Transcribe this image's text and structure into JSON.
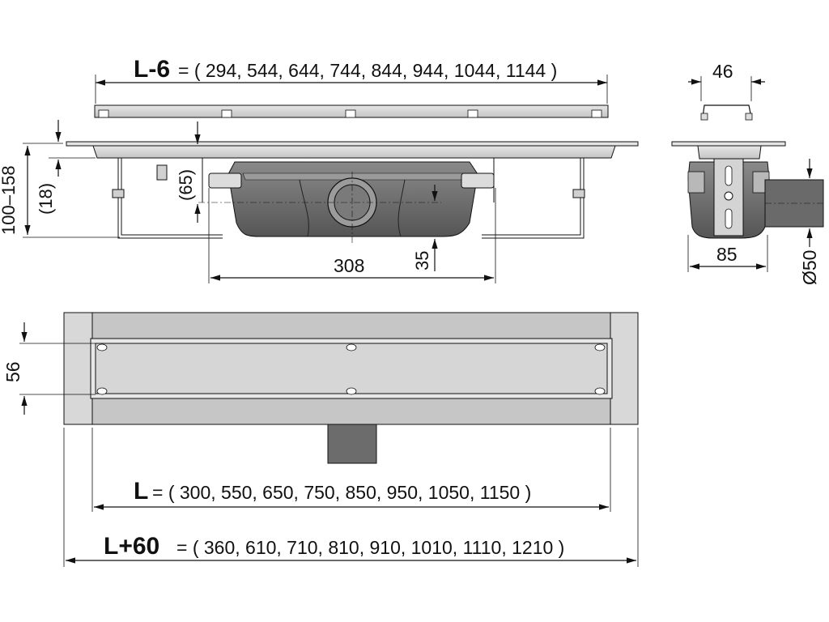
{
  "labels": {
    "grate_formula": "L-6",
    "grate_values": "= ( 294, 544, 644, 744, 844, 944, 1044, 1144 )",
    "bracket_width": "46",
    "height_range": "100–158",
    "flange_height": "(18)",
    "outlet_height": "(65)",
    "body_width": "308",
    "outlet_bottom": "35",
    "side_width": "85",
    "outlet_diameter": "Ø50",
    "channel_width": "56",
    "length_formula": "L",
    "length_values": "= ( 300, 550, 650, 750, 850, 950, 1050, 1150 )",
    "total_formula": "L+60",
    "total_values": "= ( 360, 610, 710, 810, 910, 1010, 1110, 1210 )"
  },
  "colors": {
    "line": "#111111",
    "steel_light": "#d8d8d8",
    "steel_mid": "#bcbcbc",
    "body_dark": "#6e6e6e",
    "body_darker": "#4a4a4a"
  }
}
